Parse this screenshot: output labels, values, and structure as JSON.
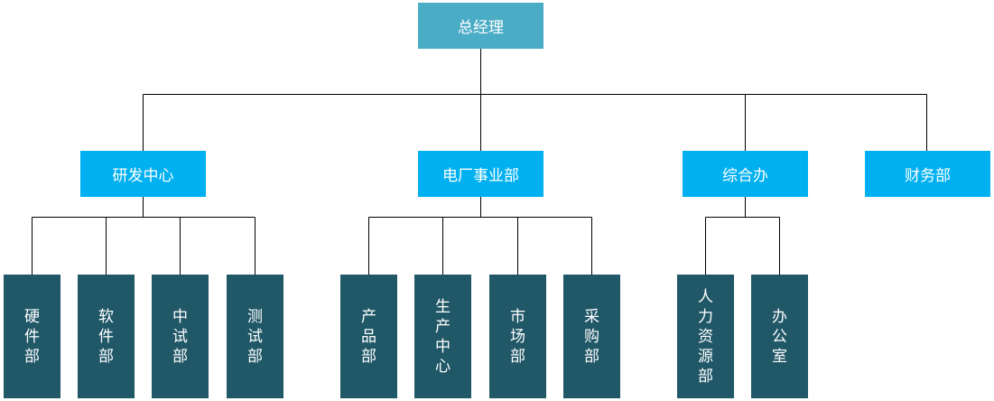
{
  "colors": {
    "root": "#4bacc6",
    "dept": "#00b0f0",
    "unit": "#215868",
    "line": "#000000"
  },
  "root": {
    "label": "总经理"
  },
  "departments": [
    {
      "label": "研发中心",
      "units": [
        "硬件部",
        "软件部",
        "中试部",
        "测试部"
      ]
    },
    {
      "label": "电厂事业部",
      "units": [
        "产品部",
        "生产中心",
        "市场部",
        "采购部"
      ]
    },
    {
      "label": "综合办",
      "units": [
        "人力资源部",
        "办公室"
      ]
    },
    {
      "label": "财务部",
      "units": []
    }
  ]
}
